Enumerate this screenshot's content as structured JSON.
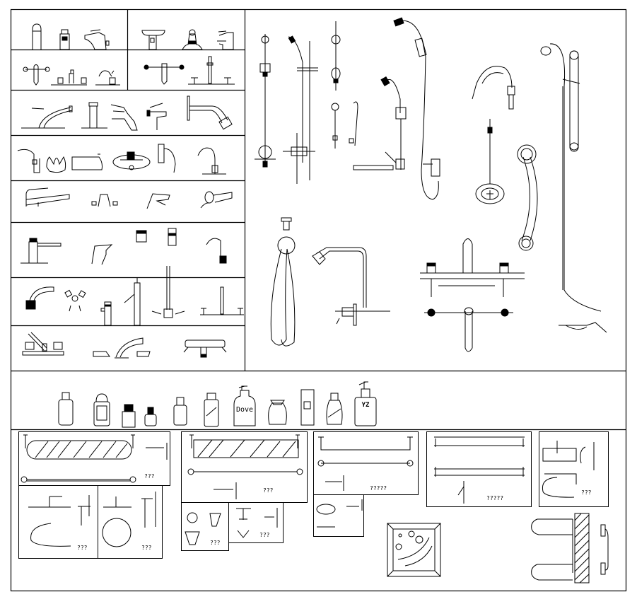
{
  "drawing": {
    "type": "CAD block library sheet",
    "subject": "Bathroom fixtures - faucets, showers, toiletries and accessories",
    "ink_color": "#000000",
    "paper_color": "#ffffff"
  },
  "faucet_panel": {
    "rows": [
      {
        "name": "row-1",
        "items": [
          "single-lever-faucet-front",
          "single-lever-faucet-back",
          "single-lever-faucet-side",
          "wall-mixer-front",
          "basin-mixer-front",
          "basin-mixer-side"
        ]
      },
      {
        "name": "row-2",
        "items": [
          "wall-mixer-two-handle",
          "widespread-faucet",
          "gooseneck-lever-faucet",
          "wall-three-handle-set",
          "deck-cross-handle-set"
        ]
      },
      {
        "name": "row-3",
        "items": [
          "deck-mount-arc-faucet",
          "monobloc-faucet",
          "cascade-faucet",
          "wall-lever-faucet",
          "wall-shower-arm"
        ]
      },
      {
        "name": "row-4",
        "items": [
          "arc-lever-faucet",
          "twin-lever-top",
          "tub-spout",
          "oval-mixer-plan",
          "wall-lever-side",
          "gooseneck-faucet"
        ]
      },
      {
        "name": "row-5",
        "items": [
          "long-lever-faucet",
          "bridge-faucet-front",
          "lever-faucet-side",
          "wall-knob-faucet"
        ]
      },
      {
        "name": "row-6",
        "items": [
          "deck-lever-faucet",
          "lever-spout-side",
          "compact-mixer-side",
          "compact-mixer-front",
          "gooseneck-cross-faucet"
        ]
      },
      {
        "name": "row-7",
        "items": [
          "arc-spout-faucet",
          "three-handle-plan",
          "tall-column-faucet",
          "tall-lever-faucet",
          "pillar-cross-faucet",
          "deck-cross-set"
        ]
      },
      {
        "name": "row-8",
        "items": [
          "centerset-faucet",
          "widespread-arc-faucet",
          "thermostatic-bar-mixer"
        ]
      }
    ]
  },
  "shower_panel": {
    "items": [
      "slide-rail-shower",
      "slide-rail-shower-side",
      "hand-shower-front",
      "hand-shower-small",
      "hand-shower-side",
      "bath-shower-mixer",
      "hose-hand-shower",
      "gooseneck-side",
      "shower-valve-plate",
      "grab-bar-curved",
      "shower-rail-hose",
      "towel-ring-hanging",
      "exposed-shower-pipe",
      "widespread-tub-filler-elevation",
      "widespread-tub-filler-plan"
    ]
  },
  "toiletries": {
    "items": [
      "lotion-bottle",
      "roll-on-bottle",
      "spray-can",
      "small-bottle",
      "perfume-bottle",
      "shampoo-bottle",
      "dove-pump-bottle",
      "soap-bottle",
      "box-package",
      "conditioner-bottle",
      "pump-dispenser"
    ],
    "labels": {
      "dove": "Dove",
      "pump": "YZ"
    }
  },
  "accessories": {
    "captions": [
      "???",
      "???",
      "???",
      "???",
      "???",
      "???",
      "?????",
      "?????",
      "???"
    ],
    "groups": [
      "mirror-and-towel-bar",
      "towel-ring-set",
      "round-towel-ring-set",
      "mirror-rectangular-set",
      "tumbler-set",
      "hook-set",
      "towel-shelf-set",
      "soap-dish-set",
      "double-towel-bar-set",
      "paper-holder-set",
      "decor-tile",
      "heated-towel-rail"
    ]
  }
}
